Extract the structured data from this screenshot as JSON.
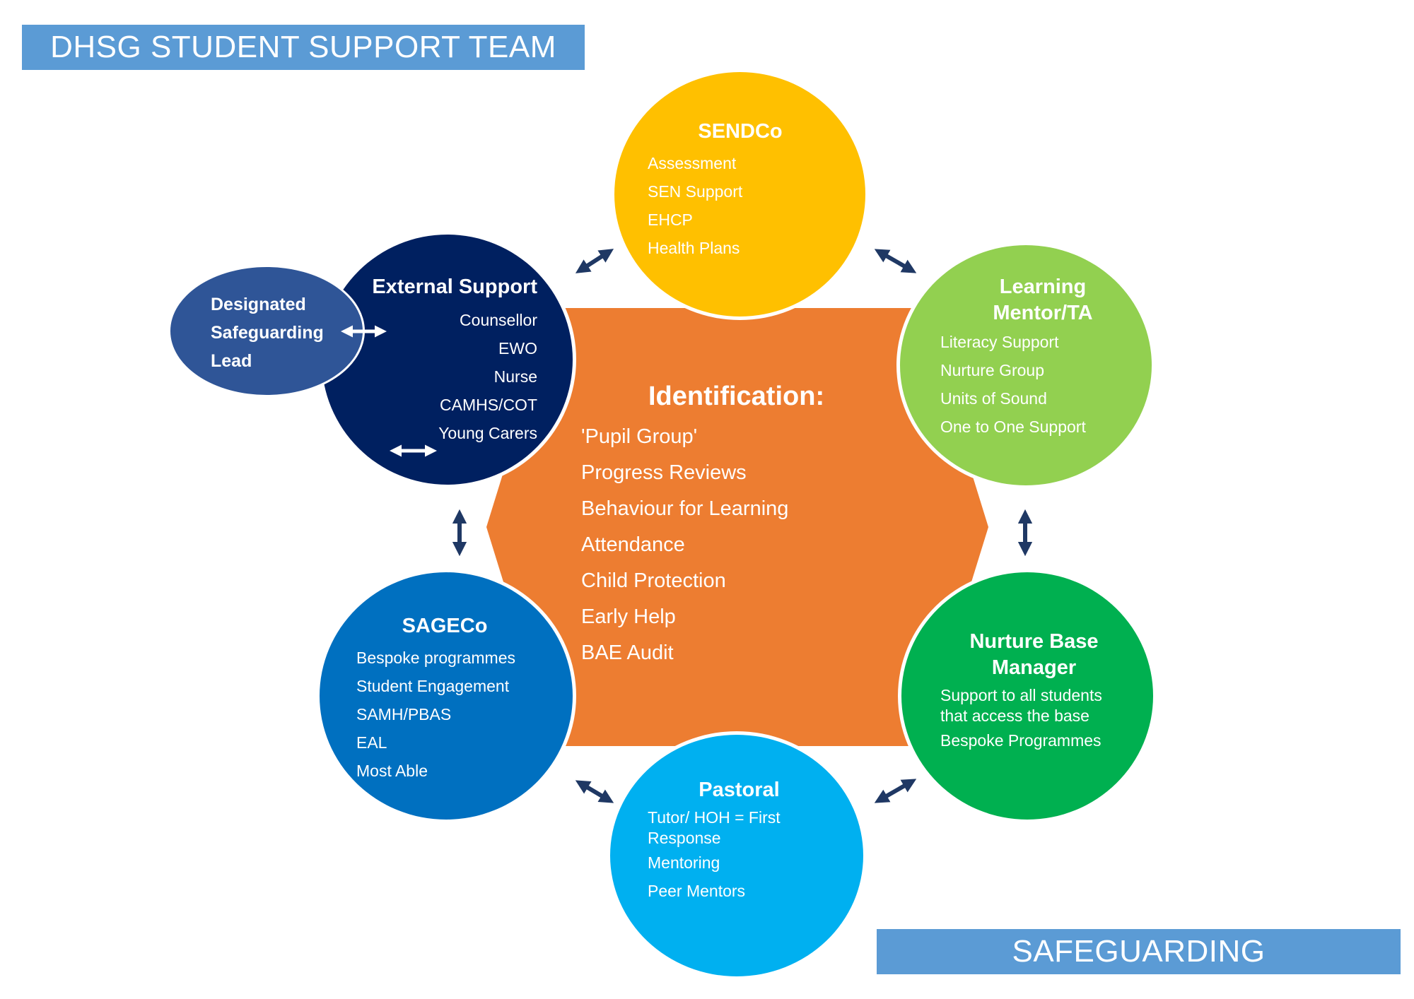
{
  "header": {
    "title": "DHSG STUDENT SUPPORT TEAM"
  },
  "footer": {
    "label": "SAFEGUARDING"
  },
  "center": {
    "title": "Identification:",
    "items": [
      "'Pupil Group'",
      "Progress Reviews",
      "Behaviour for Learning",
      "Attendance",
      "Child Protection",
      "Early Help",
      "BAE Audit"
    ]
  },
  "sendco": {
    "title": "SENDCo",
    "items": [
      "Assessment",
      "SEN Support",
      "EHCP",
      "Health Plans"
    ]
  },
  "learning": {
    "title_line1": "Learning",
    "title_line2": "Mentor/TA",
    "items": [
      "Literacy Support",
      "Nurture Group",
      "Units of Sound",
      "One to One Support"
    ]
  },
  "nurture": {
    "title_line1": "Nurture Base",
    "title_line2": "Manager",
    "item1_line1": "Support to all students",
    "item1_line2": "that access the base",
    "item2": "Bespoke Programmes"
  },
  "pastoral": {
    "title": "Pastoral",
    "item1_line1": "Tutor/ HOH = First",
    "item1_line2": "Response",
    "items": [
      "Mentoring",
      "Peer Mentors"
    ]
  },
  "sageco": {
    "title": "SAGECo",
    "items": [
      "Bespoke programmes",
      "Student Engagement",
      "SAMH/PBAS",
      "EAL",
      "Most Able"
    ]
  },
  "external": {
    "title": "External Support",
    "items": [
      "Counsellor",
      "EWO",
      "Nurse",
      "CAMHS/COT",
      "Young Carers"
    ]
  },
  "dsl": {
    "lines": [
      "Designated",
      "Safeguarding",
      "Lead"
    ]
  },
  "colors": {
    "banner": "#5b9bd5",
    "hexagon": "#ed7d31",
    "sendco": "#ffc000",
    "learning": "#92d050",
    "nurture": "#00b050",
    "pastoral": "#00b0f0",
    "sageco": "#0070c0",
    "external": "#002060",
    "dsl": "#2f5597",
    "arrow_dark": "#1f3864",
    "arrow_light": "#ffffff"
  }
}
